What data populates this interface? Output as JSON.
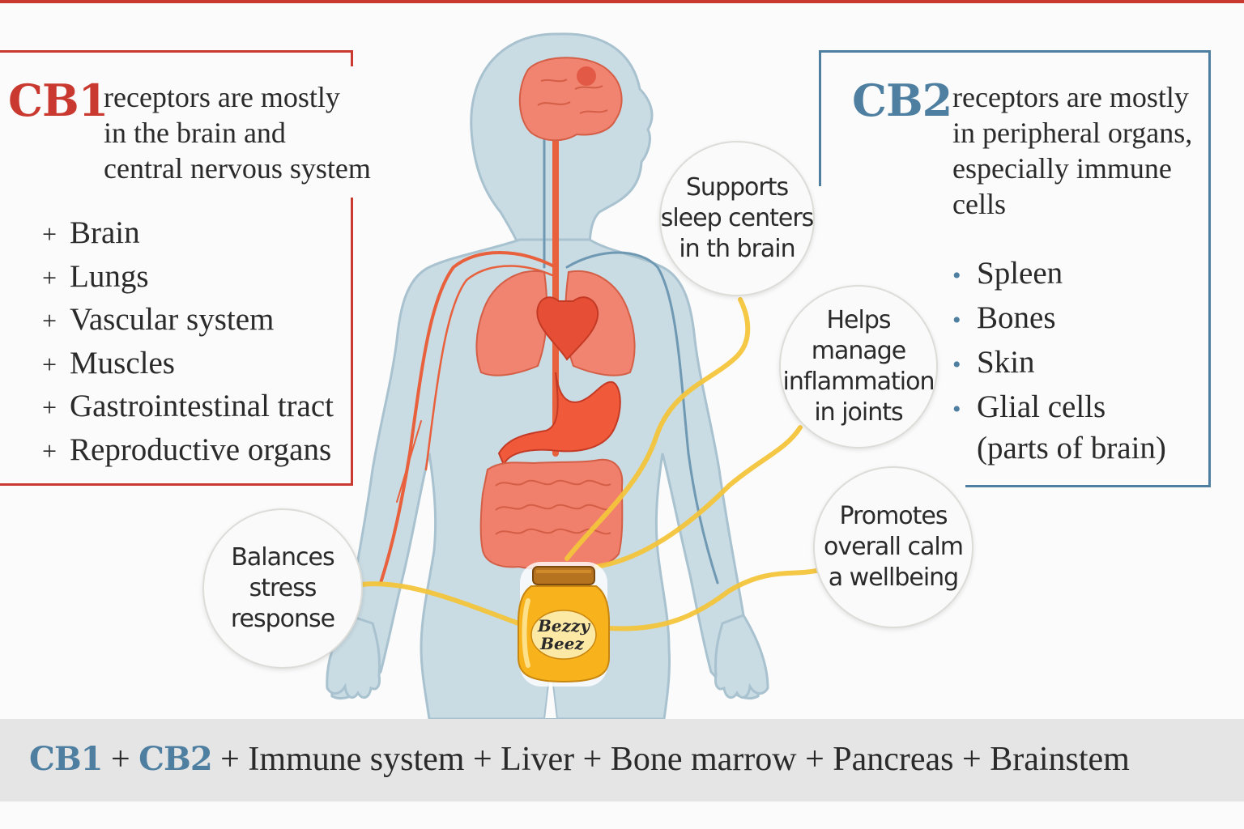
{
  "cb1": {
    "title": "CB1",
    "description_lines": [
      "receptors are mostly",
      "in the brain and",
      "central nervous system"
    ],
    "items": [
      {
        "mark": "+",
        "label": "Brain"
      },
      {
        "mark": "+",
        "label": "Lungs"
      },
      {
        "mark": "+",
        "label": "Vascular system"
      },
      {
        "mark": "+",
        "label": "Muscles"
      },
      {
        "mark": "+",
        "label": "Gastrointestinal tract"
      },
      {
        "mark": "+",
        "label": "Reproductive organs"
      }
    ],
    "color": "#c9392f"
  },
  "cb2": {
    "title": "CB2",
    "description_lines": [
      "receptors are mostly",
      "in peripheral organs,",
      "especially immune",
      "cells"
    ],
    "items": [
      {
        "mark": "•",
        "label": "Spleen"
      },
      {
        "mark": "•",
        "label": "Bones"
      },
      {
        "mark": "•",
        "label": "Skin"
      },
      {
        "mark": "•",
        "label": "Glial cells",
        "sub": "(parts of brain)"
      }
    ],
    "color": "#4e7fa1"
  },
  "bubbles": {
    "sleep": [
      "Supports",
      "sleep centers",
      "in th brain"
    ],
    "inflammation": [
      "Helps",
      "manage",
      "inflammation",
      "in joints"
    ],
    "calm": [
      "Promotes",
      "overall calm",
      "a wellbeing"
    ],
    "stress": [
      "Balances",
      "stress",
      "response"
    ]
  },
  "jar": {
    "line1": "Bezzy",
    "line2": "Beez",
    "color": "#f7b21c"
  },
  "footer": {
    "cb1": "CB1",
    "plus1": " + ",
    "cb2": "CB2",
    "rest": " + Immune system + Liver + Bone marrow + Pancreas + Brainstem"
  },
  "icons": [
    "human-body-figure",
    "brain",
    "lungs",
    "heart",
    "stomach",
    "intestines",
    "honey-jar"
  ]
}
